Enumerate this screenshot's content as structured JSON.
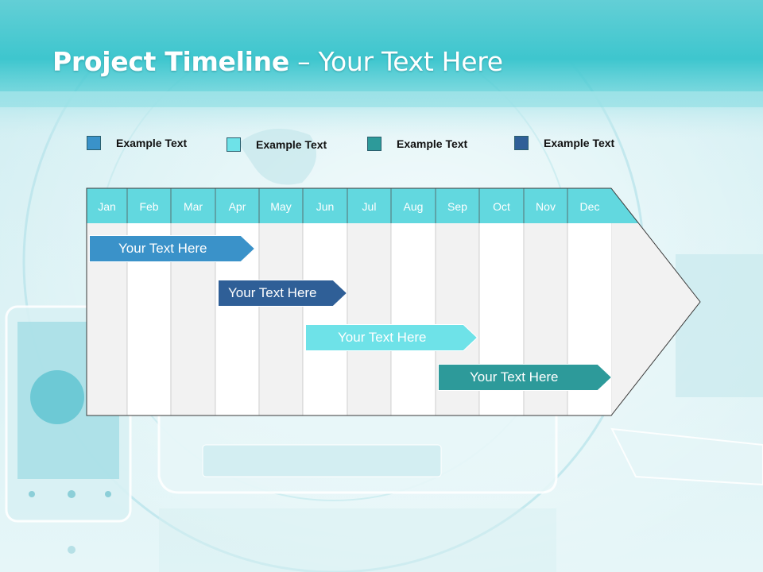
{
  "slide": {
    "title_bold": "Project Timeline",
    "title_rest": " – Your Text Here"
  },
  "legend": [
    {
      "label": "Example Text",
      "color": "#3a92c9"
    },
    {
      "label": "Example Text",
      "color": "#6ee2e8"
    },
    {
      "label": "Example Text",
      "color": "#2d9a9a"
    },
    {
      "label": "Example Text",
      "color": "#2f5f97"
    }
  ],
  "timeline": {
    "months": [
      "Jan",
      "Feb",
      "Mar",
      "Apr",
      "May",
      "Jun",
      "Jul",
      "Aug",
      "Sep",
      "Oct",
      "Nov",
      "Dec"
    ],
    "header_color": "#62d8df",
    "tasks": [
      {
        "label": "Your  Text Here",
        "color": "#3a92c9"
      },
      {
        "label": "Your  Text Here",
        "color": "#2f5f97"
      },
      {
        "label": "Your  Text Here",
        "color": "#6ee2e8"
      },
      {
        "label": "Your  Text Here",
        "color": "#2d9a9a"
      }
    ]
  }
}
